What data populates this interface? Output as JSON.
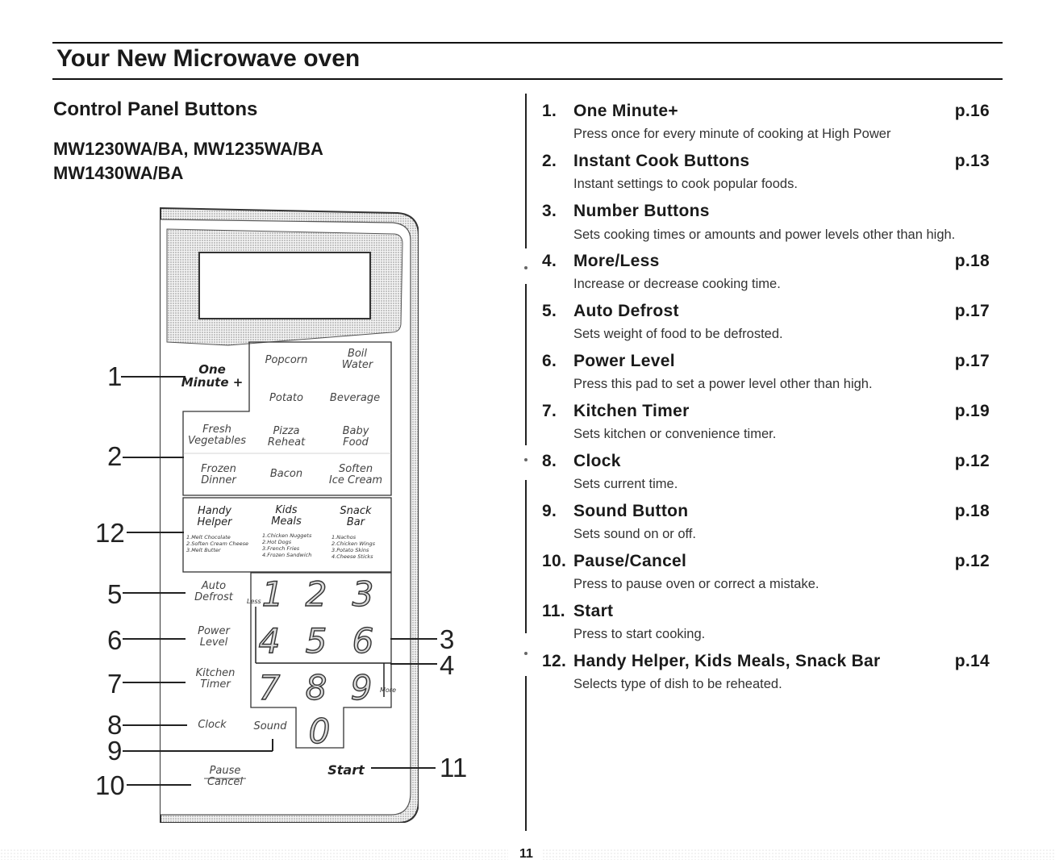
{
  "header": {
    "title": "Your New Microwave oven"
  },
  "section": {
    "title": "Control Panel Buttons",
    "models_line1": "MW1230WA/BA, MW1235WA/BA",
    "models_line2": "MW1430WA/BA"
  },
  "panel": {
    "one_minute_line1": "One",
    "one_minute_line2": "Minute +",
    "popcorn": "Popcorn",
    "boil_water_line1": "Boil",
    "boil_water_line2": "Water",
    "potato": "Potato",
    "beverage": "Beverage",
    "fresh_veg_line1": "Fresh",
    "fresh_veg_line2": "Vegetables",
    "pizza_line1": "Pizza",
    "pizza_line2": "Reheat",
    "baby_line1": "Baby",
    "baby_line2": "Food",
    "frozen_line1": "Frozen",
    "frozen_line2": "Dinner",
    "bacon": "Bacon",
    "soften_line1": "Soften",
    "soften_line2": "Ice Cream",
    "handy_line1": "Handy",
    "handy_line2": "Helper",
    "kids_line1": "Kids",
    "kids_line2": "Meals",
    "snack_line1": "Snack",
    "snack_line2": "Bar",
    "handy_items": [
      "1.Melt Chocolate",
      "2.Soften Cream Cheese",
      "3.Melt Butter"
    ],
    "kids_items": [
      "1.Chicken Nuggets",
      "2.Hot Dogs",
      "3.French Fries",
      "4.Frozen Sandwich"
    ],
    "snack_items": [
      "1.Nachos",
      "2.Chicken Wings",
      "3.Potato Skins",
      "4.Cheese Sticks"
    ],
    "auto_defrost_line1": "Auto",
    "auto_defrost_line2": "Defrost",
    "power_level_line1": "Power",
    "power_level_line2": "Level",
    "kitchen_timer_line1": "Kitchen",
    "kitchen_timer_line2": "Timer",
    "clock": "Clock",
    "sound": "Sound",
    "pause": "Pause",
    "cancel": "Cancel",
    "start": "Start",
    "less": "Less",
    "more": "More",
    "digits": [
      "1",
      "2",
      "3",
      "4",
      "5",
      "6",
      "7",
      "8",
      "9",
      "0"
    ]
  },
  "callouts": {
    "n1": "1",
    "n2": "2",
    "n12": "12",
    "n5": "5",
    "n6": "6",
    "n7": "7",
    "n8": "8",
    "n9": "9",
    "n10": "10",
    "n3": "3",
    "n4": "4",
    "n11": "11"
  },
  "items": [
    {
      "num": "1.",
      "label": "One Minute+",
      "page": "p.16",
      "desc": "Press once for every minute of cooking at High Power"
    },
    {
      "num": "2.",
      "label": "Instant Cook Buttons",
      "page": "p.13",
      "desc": "Instant settings to cook popular foods."
    },
    {
      "num": "3.",
      "label": "Number Buttons",
      "page": "",
      "desc": "Sets cooking times or amounts and power levels other than high."
    },
    {
      "num": "4.",
      "label": "More/Less",
      "page": "p.18",
      "desc": "Increase or decrease cooking time."
    },
    {
      "num": "5.",
      "label": "Auto Defrost",
      "page": "p.17",
      "desc": "Sets weight of food to be defrosted."
    },
    {
      "num": "6.",
      "label": "Power Level",
      "page": "p.17",
      "desc": "Press this pad to set a power level other than high."
    },
    {
      "num": "7.",
      "label": "Kitchen Timer",
      "page": "p.19",
      "desc": "Sets kitchen or convenience timer."
    },
    {
      "num": "8.",
      "label": "Clock",
      "page": "p.12",
      "desc": "Sets current time."
    },
    {
      "num": "9.",
      "label": "Sound Button",
      "page": "p.18",
      "desc": "Sets sound on or off."
    },
    {
      "num": "10.",
      "label": "Pause/Cancel",
      "page": "p.12",
      "desc": "Press to pause oven or correct a mistake."
    },
    {
      "num": "11.",
      "label": "Start",
      "page": "",
      "desc": "Press to start cooking."
    },
    {
      "num": "12.",
      "label": "Handy Helper, Kids Meals, Snack Bar",
      "page": "p.14",
      "desc": "Selects type of dish to be reheated."
    }
  ],
  "footer": {
    "page_number": "11"
  }
}
